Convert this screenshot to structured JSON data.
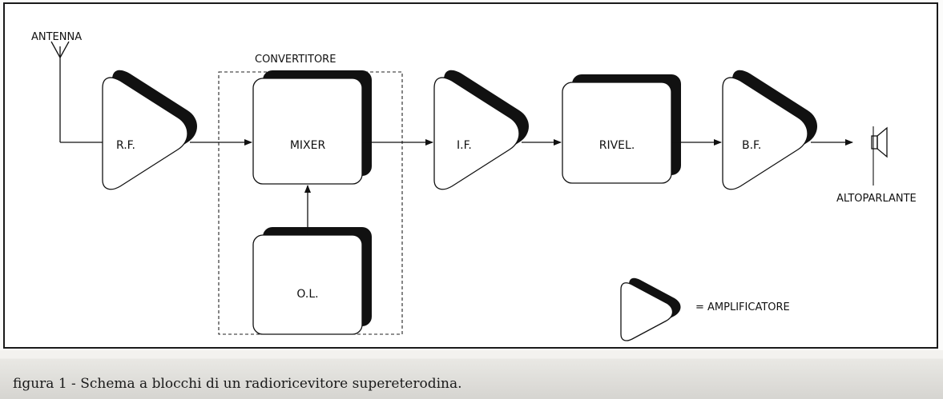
{
  "diagram": {
    "labels": {
      "antenna": "ANTENNA",
      "converter": "CONVERTITORE",
      "speaker": "ALTOPARLANTE",
      "legend": "= AMPLIFICATORE"
    },
    "blocks": {
      "rf": "R.F.",
      "mixer": "MIXER",
      "ol": "O.L.",
      "if": "I.F.",
      "rivel": "RIVEL.",
      "bf": "B.F."
    }
  },
  "caption": "figura 1 - Schema a blocchi di un radioricevitore supereterodina."
}
